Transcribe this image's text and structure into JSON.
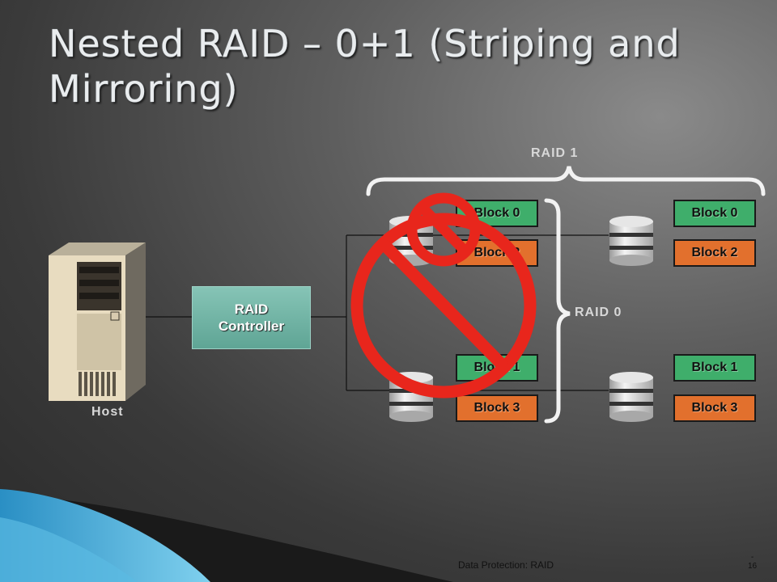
{
  "slide": {
    "title": "Nested RAID – 0+1 (Striping and Mirroring)",
    "footer": "Data Protection: RAID",
    "page_dash": "-",
    "page_number": "16"
  },
  "diagram": {
    "host_label": "Host",
    "controller_line1": "RAID",
    "controller_line2": "Controller",
    "raid1_label": "RAID 1",
    "raid0_label": "RAID 0",
    "left_blocks": [
      "Block 0",
      "Block 2",
      "Block 1",
      "Block 3"
    ],
    "right_blocks": [
      "Block 0",
      "Block 2",
      "Block 1",
      "Block 3"
    ],
    "prohibition_icon": "no-symbol-icon"
  },
  "colors": {
    "block_green": "#3fae6b",
    "block_orange": "#e2702d",
    "prohibition_red": "#e8261c",
    "controller": "#6fb3a3"
  }
}
